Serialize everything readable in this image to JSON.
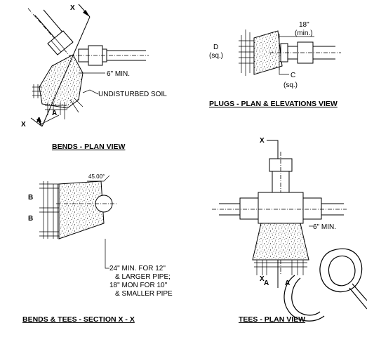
{
  "views": {
    "bends_plan": {
      "caption": "BENDS - PLAN VIEW",
      "min_label": "6\" MIN.",
      "soil_label": "UNDISTURBED SOIL",
      "section_mark": "X",
      "section_mark_b": "X",
      "a_mark": "A",
      "a_mark_b": "A"
    },
    "plugs_plan": {
      "caption": "PLUGS - PLAN & ELEVATIONS VIEW",
      "d_label": "D",
      "d_sub": "(sq.)",
      "c_label": "C",
      "c_sub": "(sq.)",
      "len_label": "18\"",
      "len_sub": "(min.)"
    },
    "section_xx": {
      "caption": "BENDS & TEES - SECTION X - X",
      "b_mark": "B",
      "b_mark_b": "B",
      "angle_label": "45.00°",
      "note_lines": [
        "24\" MIN. FOR 12\"",
        "& LARGER PIPE;",
        "18\" MON FOR 10\"",
        "& SMALLER PIPE"
      ]
    },
    "tees_plan": {
      "caption": "TEES - PLAN VIEW",
      "x_top": "X",
      "x_bottom": "X",
      "min_label": "6\" MIN.",
      "a_mark": "A",
      "a_mark_b": "A"
    }
  }
}
